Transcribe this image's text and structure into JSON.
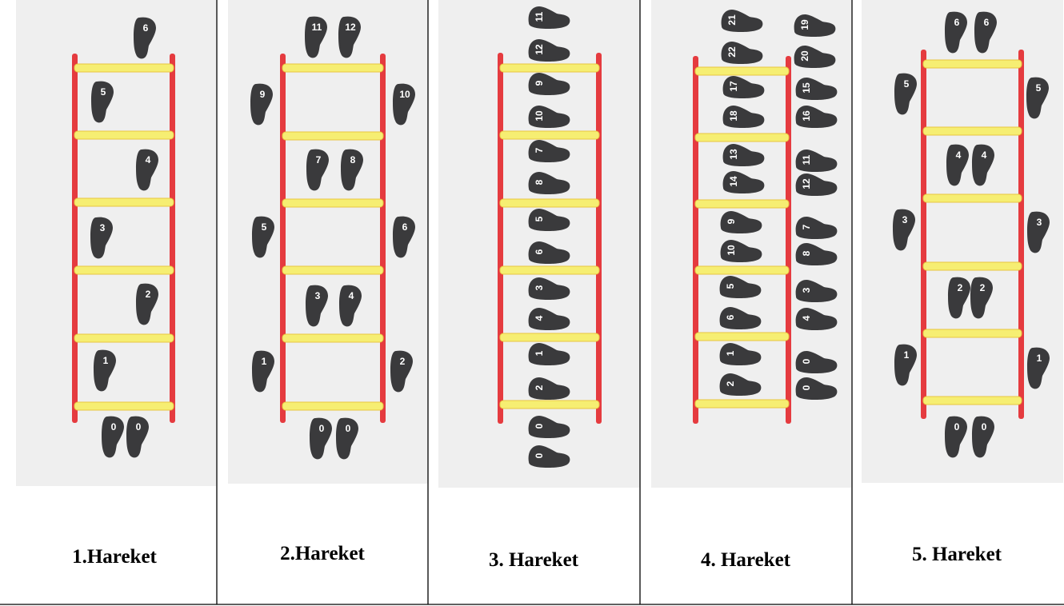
{
  "panels": [
    {
      "caption": "1.Hareket",
      "feet": [
        {
          "label": "6"
        },
        {
          "label": "5"
        },
        {
          "label": "4"
        },
        {
          "label": "3"
        },
        {
          "label": "2"
        },
        {
          "label": "1"
        },
        {
          "label": "0"
        },
        {
          "label": "0"
        }
      ]
    },
    {
      "caption": "2.Hareket",
      "feet": [
        {
          "label": "11"
        },
        {
          "label": "12"
        },
        {
          "label": "9"
        },
        {
          "label": "10"
        },
        {
          "label": "7"
        },
        {
          "label": "8"
        },
        {
          "label": "5"
        },
        {
          "label": "6"
        },
        {
          "label": "3"
        },
        {
          "label": "4"
        },
        {
          "label": "1"
        },
        {
          "label": "2"
        },
        {
          "label": "0"
        },
        {
          "label": "0"
        }
      ]
    },
    {
      "caption": "3. Hareket",
      "feet": [
        {
          "label": "11"
        },
        {
          "label": "12"
        },
        {
          "label": "9"
        },
        {
          "label": "10"
        },
        {
          "label": "7"
        },
        {
          "label": "8"
        },
        {
          "label": "5"
        },
        {
          "label": "6"
        },
        {
          "label": "3"
        },
        {
          "label": "4"
        },
        {
          "label": "1"
        },
        {
          "label": "2"
        },
        {
          "label": "0"
        },
        {
          "label": "0"
        }
      ]
    },
    {
      "caption": "4. Hareket",
      "feet": [
        {
          "label": "21"
        },
        {
          "label": "22"
        },
        {
          "label": "17"
        },
        {
          "label": "18"
        },
        {
          "label": "13"
        },
        {
          "label": "14"
        },
        {
          "label": "9"
        },
        {
          "label": "10"
        },
        {
          "label": "5"
        },
        {
          "label": "6"
        },
        {
          "label": "1"
        },
        {
          "label": "2"
        },
        {
          "label": "19"
        },
        {
          "label": "20"
        },
        {
          "label": "15"
        },
        {
          "label": "16"
        },
        {
          "label": "11"
        },
        {
          "label": "12"
        },
        {
          "label": "7"
        },
        {
          "label": "8"
        },
        {
          "label": "3"
        },
        {
          "label": "4"
        },
        {
          "label": "0"
        },
        {
          "label": "0"
        }
      ]
    },
    {
      "caption": "5. Hareket",
      "feet": [
        {
          "label": "6"
        },
        {
          "label": "6"
        },
        {
          "label": "5"
        },
        {
          "label": "5"
        },
        {
          "label": "4"
        },
        {
          "label": "4"
        },
        {
          "label": "3"
        },
        {
          "label": "3"
        },
        {
          "label": "2"
        },
        {
          "label": "2"
        },
        {
          "label": "1"
        },
        {
          "label": "1"
        },
        {
          "label": "0"
        },
        {
          "label": "0"
        }
      ]
    }
  ],
  "colors": {
    "rail": "#e53b3f",
    "rung": "#f6ee72",
    "rung_stroke": "#e8c640",
    "foot": "#3a3a3c",
    "photo_bg": "#efefef",
    "border": "#000000"
  }
}
